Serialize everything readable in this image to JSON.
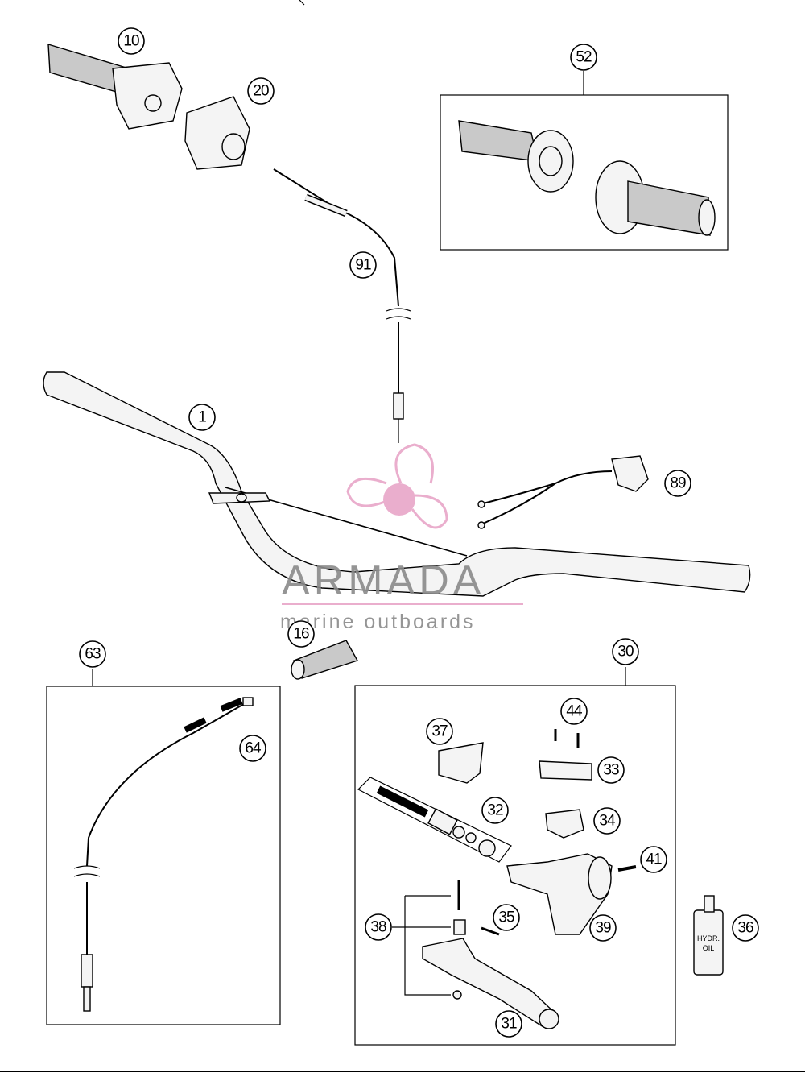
{
  "diagram": {
    "callouts": [
      "10",
      "20",
      "52",
      "91",
      "1",
      "89",
      "16",
      "63",
      "64",
      "30",
      "44",
      "37",
      "33",
      "32",
      "34",
      "41",
      "38",
      "35",
      "39",
      "36",
      "31"
    ],
    "oil_label_line1": "HYDR.",
    "oil_label_line2": "OIL"
  },
  "watermark": {
    "brand": "ARMADA",
    "tagline": "marine outboards",
    "accent_color": "#e8a6c8",
    "text_color": "#8a8a8a"
  }
}
